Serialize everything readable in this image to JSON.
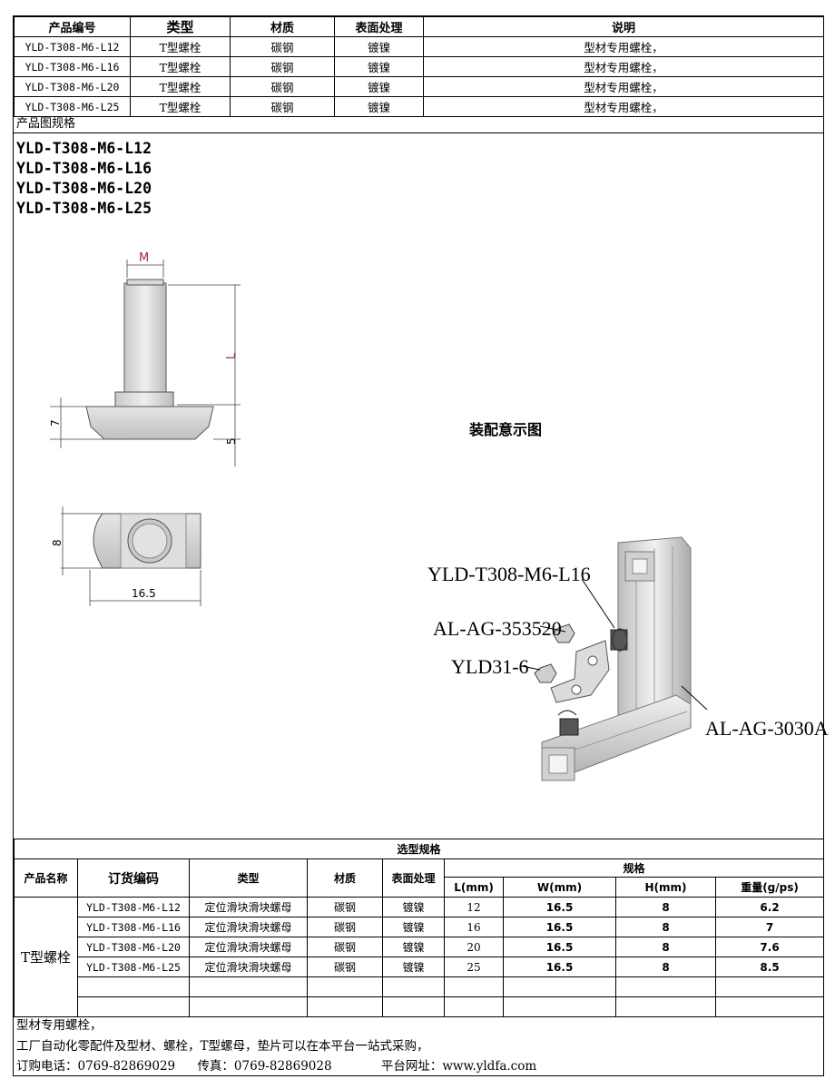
{
  "top_table": {
    "headers": [
      "产品编号",
      "类型",
      "材质",
      "表面处理",
      "说明"
    ],
    "rows": [
      [
        "YLD-T308-M6-L12",
        "T型螺栓",
        "碳钢",
        "镀镍",
        "型材专用螺栓，"
      ],
      [
        "YLD-T308-M6-L16",
        "T型螺栓",
        "碳钢",
        "镀镍",
        "型材专用螺栓，"
      ],
      [
        "YLD-T308-M6-L20",
        "T型螺栓",
        "碳钢",
        "镀镍",
        "型材专用螺栓，"
      ],
      [
        "YLD-T308-M6-L25",
        "T型螺栓",
        "碳钢",
        "镀镍",
        "型材专用螺栓，"
      ]
    ]
  },
  "caption": "产品图规格",
  "models": [
    "YLD-T308-M6-L12",
    "YLD-T308-M6-L16",
    "YLD-T308-M6-L20",
    "YLD-T308-M6-L25"
  ],
  "drawing": {
    "label_m": "M",
    "label_l": "L",
    "label_7": "7",
    "label_5": "5",
    "label_8": "8",
    "label_165": "16.5"
  },
  "assembly": {
    "title": "装配意示图",
    "labels": {
      "bolt": "YLD-T308-M6-L16",
      "bracket": "AL-AG-353520",
      "nut": "YLD31-6",
      "profile": "AL-AG-3030A"
    }
  },
  "selection": {
    "title": "选型规格",
    "headers": {
      "name": "产品名称",
      "code": "订货编码",
      "type": "类型",
      "material": "材质",
      "surface": "表面处理",
      "spec": "规格",
      "l": "L(mm)",
      "w": "W(mm)",
      "h": "H(mm)",
      "weight": "重量(g/ps)"
    },
    "product_name": "T型螺栓",
    "rows": [
      {
        "code": "YLD-T308-M6-L12",
        "type": "定位滑块滑块螺母",
        "material": "碳钢",
        "surface": "镀镍",
        "l": "12",
        "w": "16.5",
        "h": "8",
        "weight": "6.2"
      },
      {
        "code": "YLD-T308-M6-L16",
        "type": "定位滑块滑块螺母",
        "material": "碳钢",
        "surface": "镀镍",
        "l": "16",
        "w": "16.5",
        "h": "8",
        "weight": "7"
      },
      {
        "code": "YLD-T308-M6-L20",
        "type": "定位滑块滑块螺母",
        "material": "碳钢",
        "surface": "镀镍",
        "l": "20",
        "w": "16.5",
        "h": "8",
        "weight": "7.6"
      },
      {
        "code": "YLD-T308-M6-L25",
        "type": "定位滑块滑块螺母",
        "material": "碳钢",
        "surface": "镀镍",
        "l": "25",
        "w": "16.5",
        "h": "8",
        "weight": "8.5"
      }
    ]
  },
  "notes": {
    "line1": "型材专用螺栓，",
    "line2": "工厂自动化零配件及型材、螺栓，T型螺母，垫片可以在本平台一站式采购，",
    "phone": "订购电话：0769-82869029",
    "fax": "传真：0769-82869028",
    "site": "平台网址：www.yldfa.com"
  }
}
